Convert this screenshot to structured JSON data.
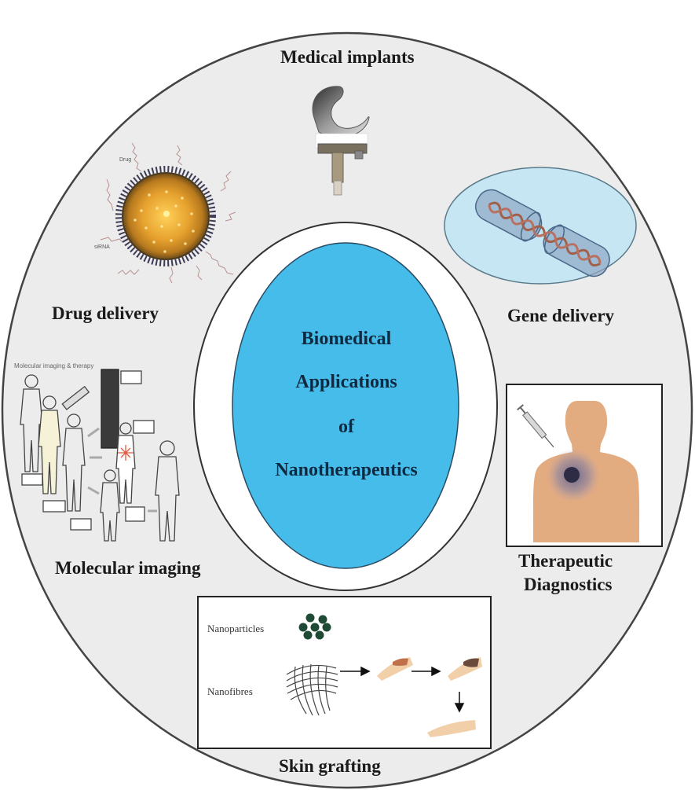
{
  "center": {
    "lines": [
      "Biomedical",
      "Applications",
      "of",
      "Nanotherapeutics"
    ]
  },
  "applications": {
    "medical_implants": "Medical implants",
    "drug_delivery": "Drug delivery",
    "gene_delivery": "Gene delivery",
    "molecular_imaging": "Molecular imaging",
    "therapeutic_diagnostics": [
      "Therapeutic",
      "Diagnostics"
    ],
    "skin_grafting": "Skin grafting"
  },
  "drug_delivery_panel": {
    "labels": [
      "Drug",
      "siRNA"
    ]
  },
  "molecular_imaging_panel": {
    "title": "Molecular imaging & therapy"
  },
  "skin_grafting_panel": {
    "nanoparticles": "Nanoparticles",
    "nanofibres": "Nanofibres"
  },
  "colors": {
    "outer_fill": "#ececec",
    "center_fill": "#45bcea",
    "gene_fill": "#c7e6f3",
    "skin": "#e5ad82",
    "nanoparticle": "#1f4a36"
  }
}
